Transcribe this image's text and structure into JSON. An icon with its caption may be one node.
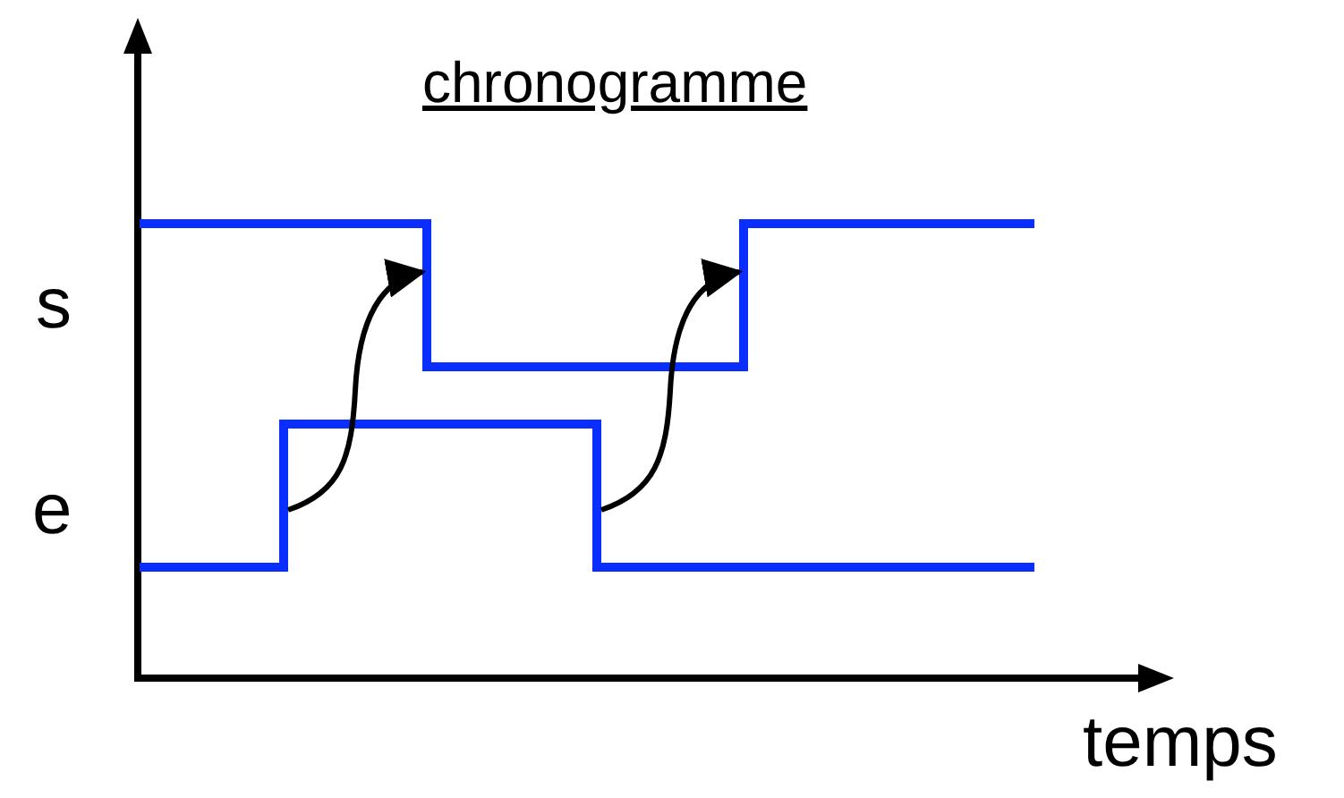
{
  "diagram": {
    "title": "chronogramme",
    "nodes": [
      {
        "text": [],
        "shape": "line"
      },
      {
        "text": [],
        "shape": "line"
      }
    ],
    "edges": [
      {
        "from": 1,
        "to": 0,
        "arrow": "to"
      },
      {
        "from": 1,
        "to": 0,
        "arrow": "to"
      }
    ],
    "labels": [
      "s",
      "e",
      "temps"
    ]
  }
}
